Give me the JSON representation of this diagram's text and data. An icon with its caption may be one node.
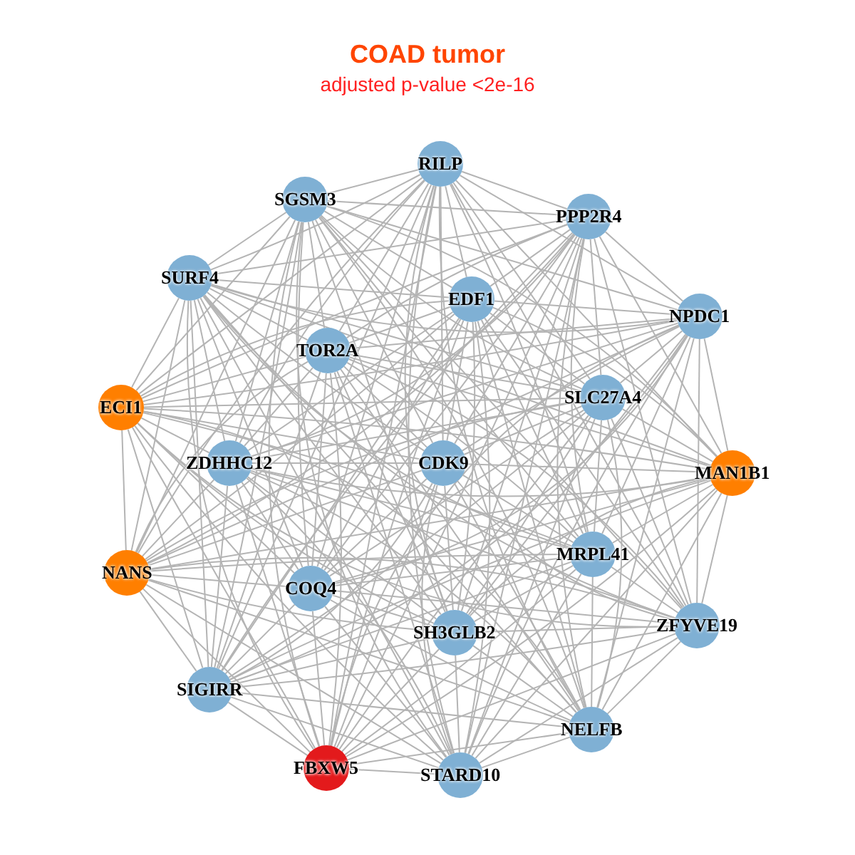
{
  "diagram": {
    "title": "COAD tumor",
    "caption": "adjusted p-value <2e-16",
    "nodes": [
      {
        "text": [
          "RILP"
        ]
      },
      {
        "text": [
          "SGSM3"
        ]
      },
      {
        "text": [
          "PPP2R4"
        ]
      },
      {
        "text": [
          "SURF4"
        ]
      },
      {
        "text": [
          "EDF1"
        ]
      },
      {
        "text": [
          "NPDC1"
        ]
      },
      {
        "text": [
          "TOR2A"
        ]
      },
      {
        "text": [
          "ECI1"
        ]
      },
      {
        "text": [
          "SLC27A4"
        ]
      },
      {
        "text": [
          "ZDHHC12"
        ]
      },
      {
        "text": [
          "CDK9"
        ]
      },
      {
        "text": [
          "MAN1B1"
        ]
      },
      {
        "text": [
          "NANS"
        ]
      },
      {
        "text": [
          "MRPL41"
        ]
      },
      {
        "text": [
          "COQ4"
        ]
      },
      {
        "text": [
          "SH3GLB2"
        ]
      },
      {
        "text": [
          "ZFYVE19"
        ]
      },
      {
        "text": [
          "SIGIRR"
        ]
      },
      {
        "text": [
          "NELFB"
        ]
      },
      {
        "text": [
          "FBXW5"
        ]
      },
      {
        "text": [
          "STARD10"
        ]
      }
    ],
    "edges": [
      {
        "from": 0,
        "to": 1,
        "arrow": "none"
      },
      {
        "from": 0,
        "to": 2,
        "arrow": "none"
      },
      {
        "from": 0,
        "to": 3,
        "arrow": "none"
      },
      {
        "from": 0,
        "to": 4,
        "arrow": "none"
      },
      {
        "from": 0,
        "to": 5,
        "arrow": "none"
      },
      {
        "from": 0,
        "to": 6,
        "arrow": "none"
      },
      {
        "from": 0,
        "to": 7,
        "arrow": "none"
      },
      {
        "from": 0,
        "to": 8,
        "arrow": "none"
      },
      {
        "from": 0,
        "to": 9,
        "arrow": "none"
      },
      {
        "from": 0,
        "to": 10,
        "arrow": "none"
      },
      {
        "from": 0,
        "to": 11,
        "arrow": "none"
      },
      {
        "from": 0,
        "to": 12,
        "arrow": "none"
      },
      {
        "from": 0,
        "to": 13,
        "arrow": "none"
      },
      {
        "from": 0,
        "to": 14,
        "arrow": "none"
      },
      {
        "from": 0,
        "to": 15,
        "arrow": "none"
      },
      {
        "from": 0,
        "to": 16,
        "arrow": "none"
      },
      {
        "from": 0,
        "to": 17,
        "arrow": "none"
      },
      {
        "from": 0,
        "to": 18,
        "arrow": "none"
      },
      {
        "from": 0,
        "to": 19,
        "arrow": "none"
      },
      {
        "from": 0,
        "to": 20,
        "arrow": "none"
      },
      {
        "from": 1,
        "to": 2,
        "arrow": "none"
      },
      {
        "from": 1,
        "to": 3,
        "arrow": "none"
      },
      {
        "from": 1,
        "to": 4,
        "arrow": "none"
      },
      {
        "from": 1,
        "to": 5,
        "arrow": "none"
      },
      {
        "from": 1,
        "to": 6,
        "arrow": "none"
      },
      {
        "from": 1,
        "to": 7,
        "arrow": "none"
      },
      {
        "from": 1,
        "to": 8,
        "arrow": "none"
      },
      {
        "from": 1,
        "to": 9,
        "arrow": "none"
      },
      {
        "from": 1,
        "to": 10,
        "arrow": "none"
      },
      {
        "from": 1,
        "to": 11,
        "arrow": "none"
      },
      {
        "from": 1,
        "to": 12,
        "arrow": "none"
      },
      {
        "from": 1,
        "to": 13,
        "arrow": "none"
      },
      {
        "from": 1,
        "to": 14,
        "arrow": "none"
      },
      {
        "from": 1,
        "to": 15,
        "arrow": "none"
      },
      {
        "from": 1,
        "to": 16,
        "arrow": "none"
      },
      {
        "from": 1,
        "to": 17,
        "arrow": "none"
      },
      {
        "from": 1,
        "to": 18,
        "arrow": "none"
      },
      {
        "from": 1,
        "to": 19,
        "arrow": "none"
      },
      {
        "from": 1,
        "to": 20,
        "arrow": "none"
      },
      {
        "from": 2,
        "to": 3,
        "arrow": "none"
      },
      {
        "from": 2,
        "to": 4,
        "arrow": "none"
      },
      {
        "from": 2,
        "to": 5,
        "arrow": "none"
      },
      {
        "from": 2,
        "to": 6,
        "arrow": "none"
      },
      {
        "from": 2,
        "to": 7,
        "arrow": "none"
      },
      {
        "from": 2,
        "to": 8,
        "arrow": "none"
      },
      {
        "from": 2,
        "to": 9,
        "arrow": "none"
      },
      {
        "from": 2,
        "to": 10,
        "arrow": "none"
      },
      {
        "from": 2,
        "to": 11,
        "arrow": "none"
      },
      {
        "from": 2,
        "to": 12,
        "arrow": "none"
      },
      {
        "from": 2,
        "to": 13,
        "arrow": "none"
      },
      {
        "from": 2,
        "to": 14,
        "arrow": "none"
      },
      {
        "from": 2,
        "to": 15,
        "arrow": "none"
      },
      {
        "from": 2,
        "to": 16,
        "arrow": "none"
      },
      {
        "from": 2,
        "to": 17,
        "arrow": "none"
      },
      {
        "from": 2,
        "to": 18,
        "arrow": "none"
      },
      {
        "from": 2,
        "to": 19,
        "arrow": "none"
      },
      {
        "from": 2,
        "to": 20,
        "arrow": "none"
      },
      {
        "from": 3,
        "to": 4,
        "arrow": "none"
      },
      {
        "from": 3,
        "to": 5,
        "arrow": "none"
      },
      {
        "from": 3,
        "to": 6,
        "arrow": "none"
      },
      {
        "from": 3,
        "to": 7,
        "arrow": "none"
      },
      {
        "from": 3,
        "to": 8,
        "arrow": "none"
      },
      {
        "from": 3,
        "to": 9,
        "arrow": "none"
      },
      {
        "from": 3,
        "to": 10,
        "arrow": "none"
      },
      {
        "from": 3,
        "to": 11,
        "arrow": "none"
      },
      {
        "from": 3,
        "to": 12,
        "arrow": "none"
      },
      {
        "from": 3,
        "to": 13,
        "arrow": "none"
      },
      {
        "from": 3,
        "to": 14,
        "arrow": "none"
      },
      {
        "from": 3,
        "to": 15,
        "arrow": "none"
      },
      {
        "from": 3,
        "to": 16,
        "arrow": "none"
      },
      {
        "from": 3,
        "to": 17,
        "arrow": "none"
      },
      {
        "from": 3,
        "to": 18,
        "arrow": "none"
      },
      {
        "from": 3,
        "to": 19,
        "arrow": "none"
      },
      {
        "from": 3,
        "to": 20,
        "arrow": "none"
      },
      {
        "from": 4,
        "to": 5,
        "arrow": "none"
      },
      {
        "from": 4,
        "to": 6,
        "arrow": "none"
      },
      {
        "from": 4,
        "to": 7,
        "arrow": "none"
      },
      {
        "from": 4,
        "to": 8,
        "arrow": "none"
      },
      {
        "from": 4,
        "to": 9,
        "arrow": "none"
      },
      {
        "from": 4,
        "to": 10,
        "arrow": "none"
      },
      {
        "from": 4,
        "to": 11,
        "arrow": "none"
      },
      {
        "from": 4,
        "to": 12,
        "arrow": "none"
      },
      {
        "from": 4,
        "to": 13,
        "arrow": "none"
      },
      {
        "from": 4,
        "to": 14,
        "arrow": "none"
      },
      {
        "from": 4,
        "to": 15,
        "arrow": "none"
      },
      {
        "from": 4,
        "to": 16,
        "arrow": "none"
      },
      {
        "from": 4,
        "to": 17,
        "arrow": "none"
      },
      {
        "from": 4,
        "to": 18,
        "arrow": "none"
      },
      {
        "from": 4,
        "to": 19,
        "arrow": "none"
      },
      {
        "from": 4,
        "to": 20,
        "arrow": "none"
      },
      {
        "from": 5,
        "to": 6,
        "arrow": "none"
      },
      {
        "from": 5,
        "to": 7,
        "arrow": "none"
      },
      {
        "from": 5,
        "to": 8,
        "arrow": "none"
      },
      {
        "from": 5,
        "to": 9,
        "arrow": "none"
      },
      {
        "from": 5,
        "to": 10,
        "arrow": "none"
      },
      {
        "from": 5,
        "to": 11,
        "arrow": "none"
      },
      {
        "from": 5,
        "to": 12,
        "arrow": "none"
      },
      {
        "from": 5,
        "to": 13,
        "arrow": "none"
      },
      {
        "from": 5,
        "to": 14,
        "arrow": "none"
      },
      {
        "from": 5,
        "to": 15,
        "arrow": "none"
      },
      {
        "from": 5,
        "to": 16,
        "arrow": "none"
      },
      {
        "from": 5,
        "to": 17,
        "arrow": "none"
      },
      {
        "from": 5,
        "to": 18,
        "arrow": "none"
      },
      {
        "from": 5,
        "to": 19,
        "arrow": "none"
      },
      {
        "from": 5,
        "to": 20,
        "arrow": "none"
      },
      {
        "from": 6,
        "to": 7,
        "arrow": "none"
      },
      {
        "from": 6,
        "to": 8,
        "arrow": "none"
      },
      {
        "from": 6,
        "to": 9,
        "arrow": "none"
      },
      {
        "from": 6,
        "to": 10,
        "arrow": "none"
      },
      {
        "from": 6,
        "to": 11,
        "arrow": "none"
      },
      {
        "from": 6,
        "to": 12,
        "arrow": "none"
      },
      {
        "from": 6,
        "to": 13,
        "arrow": "none"
      },
      {
        "from": 6,
        "to": 14,
        "arrow": "none"
      },
      {
        "from": 6,
        "to": 15,
        "arrow": "none"
      },
      {
        "from": 6,
        "to": 16,
        "arrow": "none"
      },
      {
        "from": 6,
        "to": 17,
        "arrow": "none"
      },
      {
        "from": 6,
        "to": 18,
        "arrow": "none"
      },
      {
        "from": 6,
        "to": 19,
        "arrow": "none"
      },
      {
        "from": 6,
        "to": 20,
        "arrow": "none"
      },
      {
        "from": 7,
        "to": 8,
        "arrow": "none"
      },
      {
        "from": 7,
        "to": 9,
        "arrow": "none"
      },
      {
        "from": 7,
        "to": 10,
        "arrow": "none"
      },
      {
        "from": 7,
        "to": 11,
        "arrow": "none"
      },
      {
        "from": 7,
        "to": 12,
        "arrow": "none"
      },
      {
        "from": 7,
        "to": 13,
        "arrow": "none"
      },
      {
        "from": 7,
        "to": 14,
        "arrow": "none"
      },
      {
        "from": 7,
        "to": 15,
        "arrow": "none"
      },
      {
        "from": 7,
        "to": 16,
        "arrow": "none"
      },
      {
        "from": 7,
        "to": 17,
        "arrow": "none"
      },
      {
        "from": 7,
        "to": 18,
        "arrow": "none"
      },
      {
        "from": 7,
        "to": 19,
        "arrow": "none"
      },
      {
        "from": 7,
        "to": 20,
        "arrow": "none"
      },
      {
        "from": 8,
        "to": 9,
        "arrow": "none"
      },
      {
        "from": 8,
        "to": 10,
        "arrow": "none"
      },
      {
        "from": 8,
        "to": 11,
        "arrow": "none"
      },
      {
        "from": 8,
        "to": 12,
        "arrow": "none"
      },
      {
        "from": 8,
        "to": 13,
        "arrow": "none"
      },
      {
        "from": 8,
        "to": 14,
        "arrow": "none"
      },
      {
        "from": 8,
        "to": 15,
        "arrow": "none"
      },
      {
        "from": 8,
        "to": 16,
        "arrow": "none"
      },
      {
        "from": 8,
        "to": 17,
        "arrow": "none"
      },
      {
        "from": 8,
        "to": 18,
        "arrow": "none"
      },
      {
        "from": 8,
        "to": 19,
        "arrow": "none"
      },
      {
        "from": 8,
        "to": 20,
        "arrow": "none"
      },
      {
        "from": 9,
        "to": 10,
        "arrow": "none"
      },
      {
        "from": 9,
        "to": 11,
        "arrow": "none"
      },
      {
        "from": 9,
        "to": 12,
        "arrow": "none"
      },
      {
        "from": 9,
        "to": 13,
        "arrow": "none"
      },
      {
        "from": 9,
        "to": 14,
        "arrow": "none"
      },
      {
        "from": 9,
        "to": 15,
        "arrow": "none"
      },
      {
        "from": 9,
        "to": 16,
        "arrow": "none"
      },
      {
        "from": 9,
        "to": 17,
        "arrow": "none"
      },
      {
        "from": 9,
        "to": 18,
        "arrow": "none"
      },
      {
        "from": 9,
        "to": 19,
        "arrow": "none"
      },
      {
        "from": 9,
        "to": 20,
        "arrow": "none"
      },
      {
        "from": 10,
        "to": 11,
        "arrow": "none"
      },
      {
        "from": 10,
        "to": 12,
        "arrow": "none"
      },
      {
        "from": 10,
        "to": 13,
        "arrow": "none"
      },
      {
        "from": 10,
        "to": 14,
        "arrow": "none"
      },
      {
        "from": 10,
        "to": 15,
        "arrow": "none"
      },
      {
        "from": 10,
        "to": 16,
        "arrow": "none"
      },
      {
        "from": 10,
        "to": 17,
        "arrow": "none"
      },
      {
        "from": 10,
        "to": 18,
        "arrow": "none"
      },
      {
        "from": 10,
        "to": 19,
        "arrow": "none"
      },
      {
        "from": 10,
        "to": 20,
        "arrow": "none"
      },
      {
        "from": 11,
        "to": 12,
        "arrow": "none"
      },
      {
        "from": 11,
        "to": 13,
        "arrow": "none"
      },
      {
        "from": 11,
        "to": 14,
        "arrow": "none"
      },
      {
        "from": 11,
        "to": 15,
        "arrow": "none"
      },
      {
        "from": 11,
        "to": 16,
        "arrow": "none"
      },
      {
        "from": 11,
        "to": 17,
        "arrow": "none"
      },
      {
        "from": 11,
        "to": 18,
        "arrow": "none"
      },
      {
        "from": 11,
        "to": 19,
        "arrow": "none"
      },
      {
        "from": 11,
        "to": 20,
        "arrow": "none"
      },
      {
        "from": 12,
        "to": 13,
        "arrow": "none"
      },
      {
        "from": 12,
        "to": 14,
        "arrow": "none"
      },
      {
        "from": 12,
        "to": 15,
        "arrow": "none"
      },
      {
        "from": 12,
        "to": 16,
        "arrow": "none"
      },
      {
        "from": 12,
        "to": 17,
        "arrow": "none"
      },
      {
        "from": 12,
        "to": 18,
        "arrow": "none"
      },
      {
        "from": 12,
        "to": 19,
        "arrow": "none"
      },
      {
        "from": 12,
        "to": 20,
        "arrow": "none"
      },
      {
        "from": 13,
        "to": 14,
        "arrow": "none"
      },
      {
        "from": 13,
        "to": 15,
        "arrow": "none"
      },
      {
        "from": 13,
        "to": 16,
        "arrow": "none"
      },
      {
        "from": 13,
        "to": 17,
        "arrow": "none"
      },
      {
        "from": 13,
        "to": 18,
        "arrow": "none"
      },
      {
        "from": 13,
        "to": 19,
        "arrow": "none"
      },
      {
        "from": 13,
        "to": 20,
        "arrow": "none"
      },
      {
        "from": 14,
        "to": 15,
        "arrow": "none"
      },
      {
        "from": 14,
        "to": 16,
        "arrow": "none"
      },
      {
        "from": 14,
        "to": 17,
        "arrow": "none"
      },
      {
        "from": 14,
        "to": 18,
        "arrow": "none"
      },
      {
        "from": 14,
        "to": 19,
        "arrow": "none"
      },
      {
        "from": 14,
        "to": 20,
        "arrow": "none"
      },
      {
        "from": 15,
        "to": 16,
        "arrow": "none"
      },
      {
        "from": 15,
        "to": 17,
        "arrow": "none"
      },
      {
        "from": 15,
        "to": 18,
        "arrow": "none"
      },
      {
        "from": 15,
        "to": 19,
        "arrow": "none"
      },
      {
        "from": 15,
        "to": 20,
        "arrow": "none"
      },
      {
        "from": 16,
        "to": 17,
        "arrow": "none"
      },
      {
        "from": 16,
        "to": 18,
        "arrow": "none"
      },
      {
        "from": 16,
        "to": 19,
        "arrow": "none"
      },
      {
        "from": 16,
        "to": 20,
        "arrow": "none"
      },
      {
        "from": 17,
        "to": 18,
        "arrow": "none"
      },
      {
        "from": 17,
        "to": 19,
        "arrow": "none"
      },
      {
        "from": 17,
        "to": 20,
        "arrow": "none"
      },
      {
        "from": 18,
        "to": 19,
        "arrow": "none"
      },
      {
        "from": 18,
        "to": 20,
        "arrow": "none"
      },
      {
        "from": 19,
        "to": 20,
        "arrow": "none"
      }
    ]
  }
}
